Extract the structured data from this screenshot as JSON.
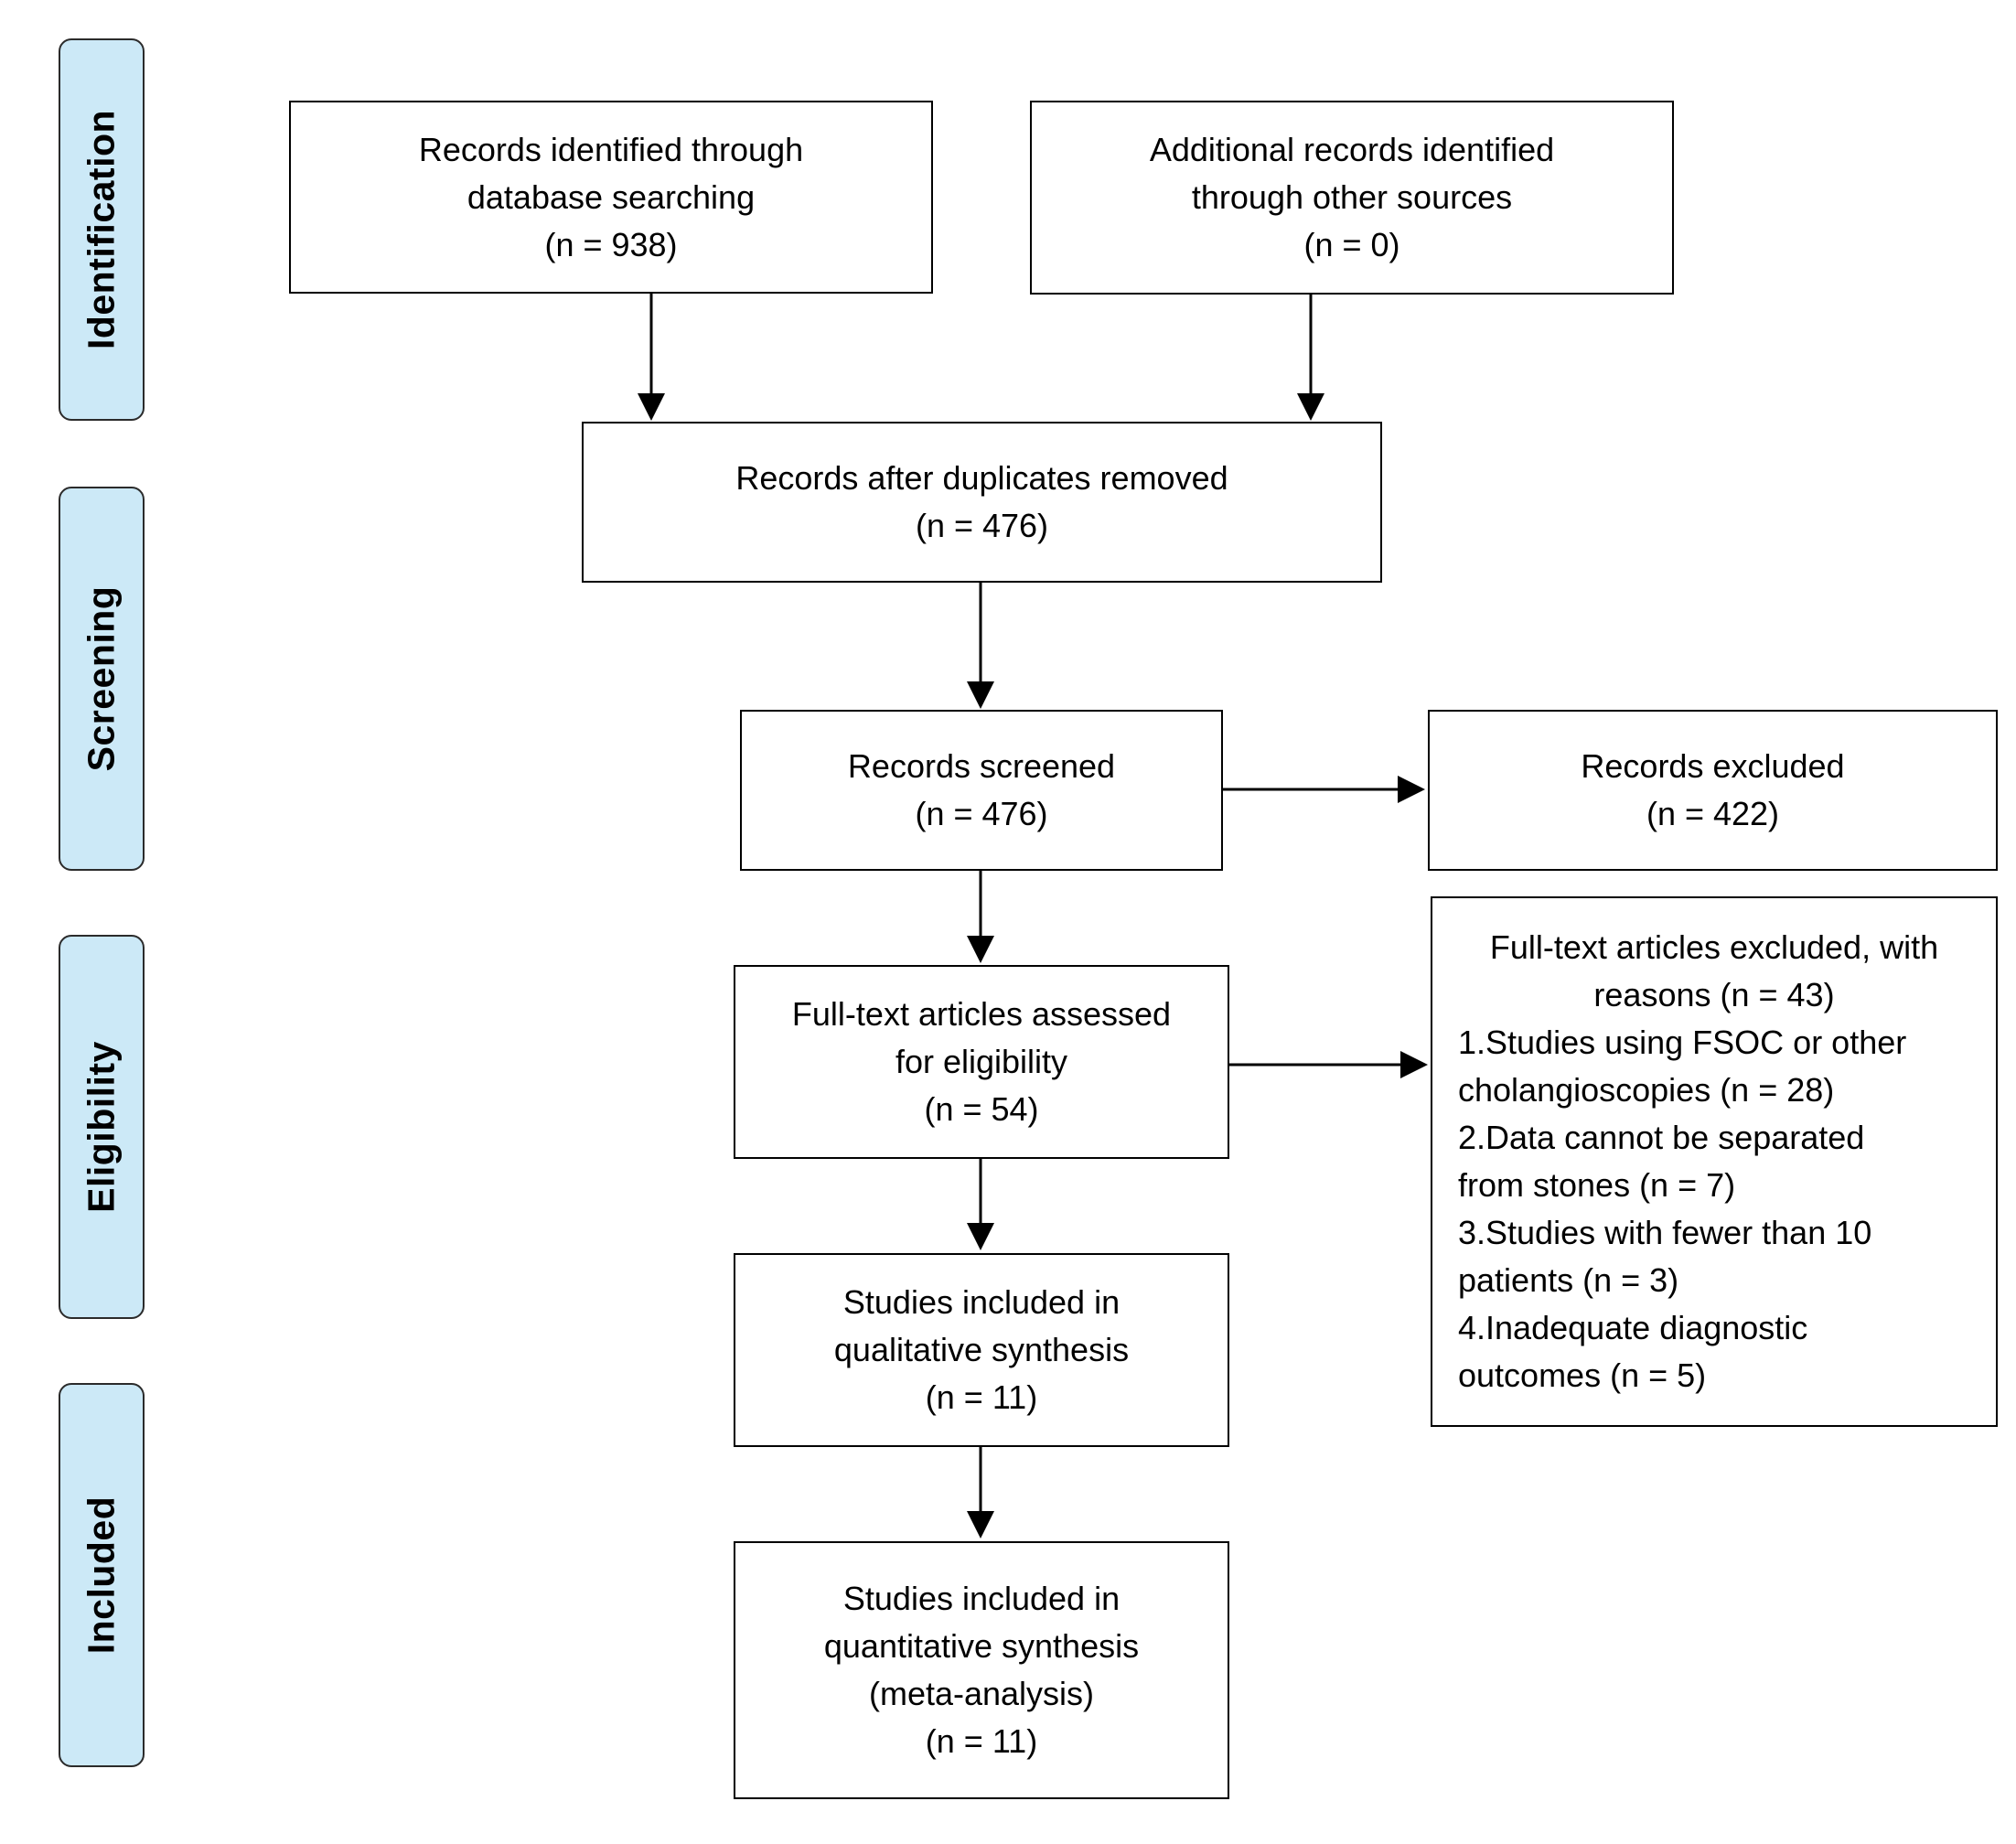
{
  "stages": {
    "identification": "Identification",
    "screening": "Screening",
    "eligibility": "Eligibility",
    "included": "Included"
  },
  "boxes": {
    "database": {
      "line1": "Records identified through",
      "line2": "database searching",
      "count": "(n = 938)"
    },
    "other_sources": {
      "line1": "Additional records identified",
      "line2": "through other sources",
      "count": "(n = 0)"
    },
    "duplicates_removed": {
      "line1": "Records after duplicates removed",
      "count": "(n = 476)"
    },
    "screened": {
      "line1": "Records screened",
      "count": "(n = 476)"
    },
    "excluded": {
      "line1": "Records excluded",
      "count": "(n = 422)"
    },
    "fulltext_assessed": {
      "line1": "Full-text articles assessed",
      "line2": "for eligibility",
      "count": "(n = 54)"
    },
    "fulltext_excluded": {
      "line1": "Full-text articles excluded, with",
      "line2": "reasons (n = 43)",
      "reasons": [
        "1.Studies using FSOC or other",
        "cholangioscopies (n = 28)",
        "2.Data cannot be separated",
        "from stones (n = 7)",
        "3.Studies with fewer than 10",
        "patients (n = 3)",
        "4.Inadequate diagnostic",
        "outcomes (n = 5)"
      ]
    },
    "qualitative": {
      "line1": "Studies included in",
      "line2": "qualitative synthesis",
      "count": "(n = 11)"
    },
    "quantitative": {
      "line1": "Studies included in",
      "line2": "quantitative synthesis",
      "line3": "(meta-analysis)",
      "count": "(n = 11)"
    }
  }
}
